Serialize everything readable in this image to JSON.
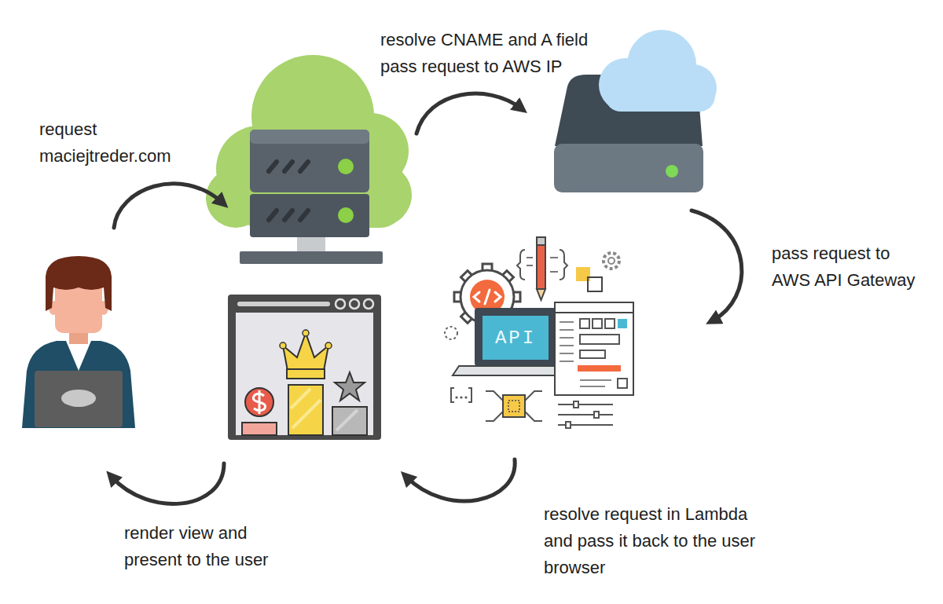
{
  "diagram": {
    "nodes": [
      {
        "text": [
          "API"
        ]
      }
    ],
    "labels": [
      "request maciejtreder.com",
      "resolve CNAME and A field pass request to AWS IP",
      "pass request to AWS API Gateway",
      "resolve request in Lambda and pass it back to the user browser",
      "render view and present to the user"
    ]
  }
}
